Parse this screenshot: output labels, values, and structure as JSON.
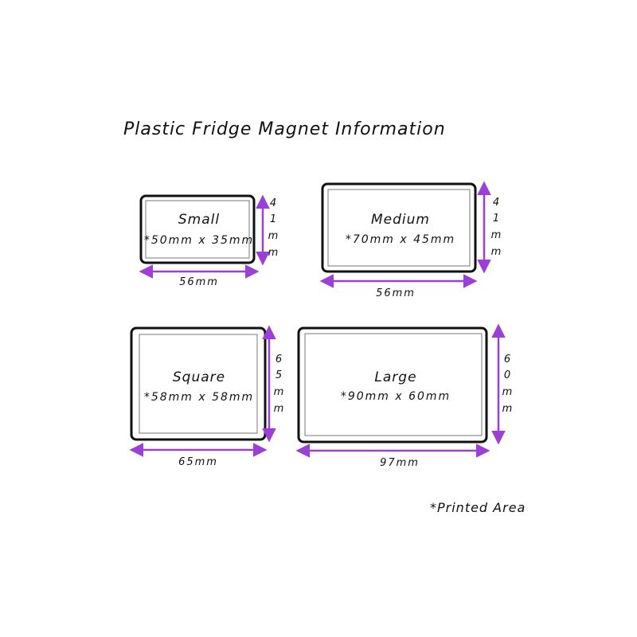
{
  "title": "Plastic Fridge Magnet Information",
  "footnote": "*Printed Area",
  "colors": {
    "arrow": "#9b3fd6",
    "outline": "#111111",
    "inner": "#777777"
  },
  "magnets": [
    {
      "id": "small",
      "name": "Small",
      "printed": "*50mm x 35mm",
      "width": "56mm",
      "height_chars": [
        "4",
        "1",
        "m",
        "m"
      ]
    },
    {
      "id": "medium",
      "name": "Medium",
      "printed": "*70mm x 45mm",
      "width": "56mm",
      "height_chars": [
        "4",
        "1",
        "m",
        "m"
      ]
    },
    {
      "id": "square",
      "name": "Square",
      "printed": "*58mm x 58mm",
      "width": "65mm",
      "height_chars": [
        "6",
        "5",
        "m",
        "m"
      ]
    },
    {
      "id": "large",
      "name": "Large",
      "printed": "*90mm x 60mm",
      "width": "97mm",
      "height_chars": [
        "6",
        "0",
        "m",
        "m"
      ]
    }
  ]
}
